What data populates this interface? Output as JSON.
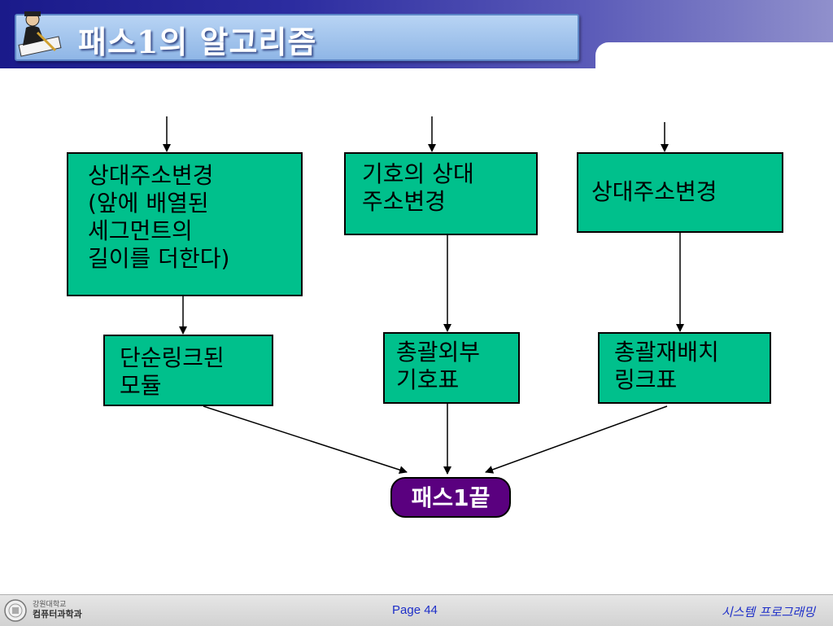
{
  "header": {
    "title": "패스1의 알고리즘"
  },
  "diagram": {
    "top_boxes": [
      {
        "text": "상대주소변경\n(앞에 배열된\n세그먼트의\n길이를 더한다)"
      },
      {
        "text": "기호의 상대\n주소변경"
      },
      {
        "text": "상대주소변경"
      }
    ],
    "bottom_boxes": [
      {
        "text": "단순링크된\n모듈"
      },
      {
        "text": "총괄외부\n기호표"
      },
      {
        "text": "총괄재배치\n링크표"
      }
    ],
    "end_node": "패스1끝",
    "colors": {
      "box_fill": "#00c08c",
      "end_fill": "#5a007f"
    }
  },
  "footer": {
    "institution_line1": "강원대학교",
    "institution_line2": "컴퓨터과학과",
    "page": "Page 44",
    "course": "시스템 프로그래밍"
  }
}
